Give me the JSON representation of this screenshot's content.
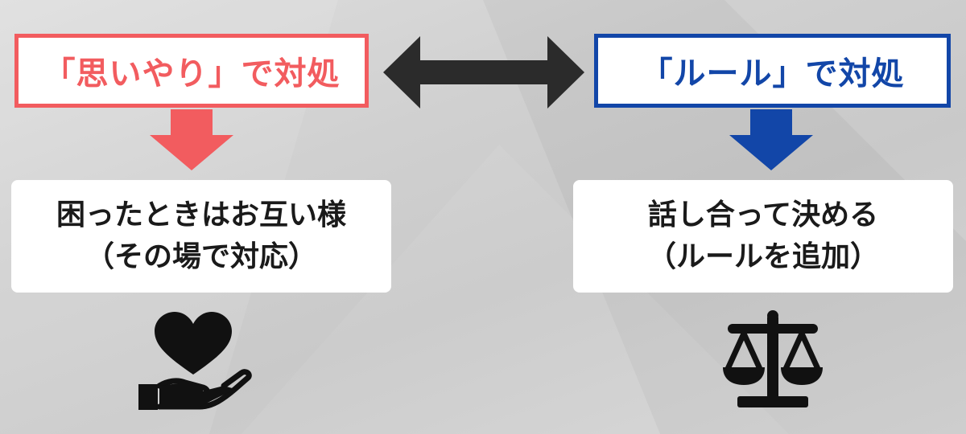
{
  "left": {
    "title": "「思いやり」で対処",
    "result_line1": "困ったときはお互い様",
    "result_line2": "（その場で対応）",
    "accent": "#f25c5f",
    "icon": "heart-in-hand-icon"
  },
  "right": {
    "title": "「ルール」で対処",
    "result_line1": "話し合って決める",
    "result_line2": "（ルールを追加）",
    "accent": "#1246a8",
    "icon": "scales-icon"
  },
  "connector": {
    "icon": "double-arrow-icon",
    "color": "#2b2b2b"
  }
}
